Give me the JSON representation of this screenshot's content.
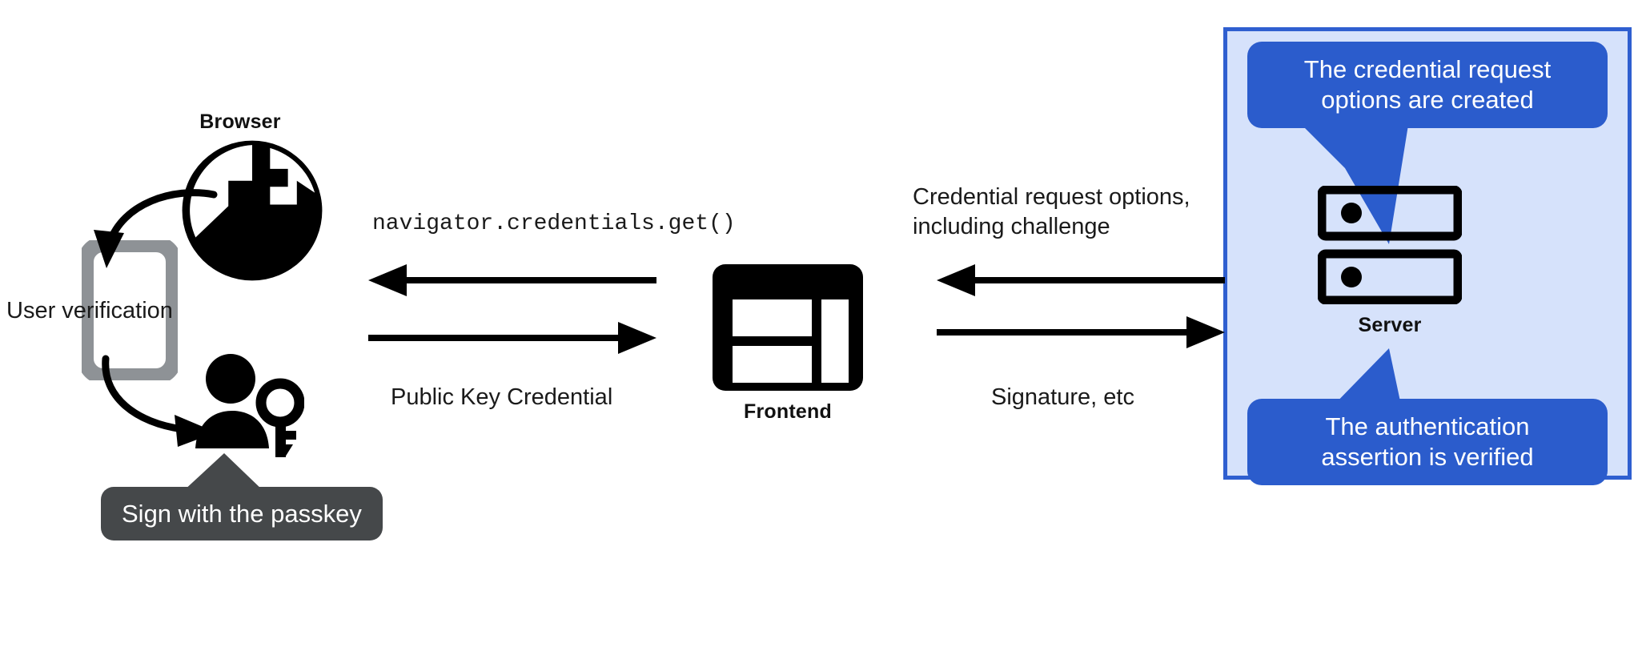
{
  "diagram": {
    "title": "WebAuthn passkey authentication flow",
    "colors": {
      "panel_fill": "#d6e2fb",
      "panel_border": "#2f5fd0",
      "callout_blue": "#2b5ccc",
      "callout_dark": "#45484a",
      "icon_black": "#000000",
      "phone_gray": "#8e9296",
      "text": "#1a1a1a",
      "page_background": "#ffffff"
    }
  },
  "client": {
    "browser_label": "Browser",
    "user_verification_label": "User verification",
    "passkey_callout": "Sign with the passkey",
    "icons": {
      "browser": "globe-icon",
      "phone": "mobile-phone-icon",
      "user_key": "person-with-key-icon",
      "curved_arrow_top": "curved-arrow-browser-to-phone",
      "curved_arrow_bottom": "curved-arrow-phone-to-user"
    }
  },
  "frontend": {
    "label": "Frontend",
    "icon": "web-layout-icon"
  },
  "server": {
    "label": "Server",
    "icon": "server-rack-icon",
    "callout_top": "The credential request\noptions are created",
    "callout_bottom": "The authentication\nassertion is verified"
  },
  "messages": {
    "left_to_right_top": "navigator.credentials.get()",
    "left_to_right_bottom": "Public Key Credential",
    "right_to_left_top": "Credential request options,\nincluding challenge",
    "right_to_left_bottom": "Signature, etc"
  },
  "arrows": {
    "left_incoming": "arrow-left-from-frontend-to-browser",
    "left_outgoing": "arrow-right-from-browser-to-frontend",
    "right_incoming": "arrow-left-from-server-to-frontend",
    "right_outgoing": "arrow-right-from-frontend-to-server"
  }
}
